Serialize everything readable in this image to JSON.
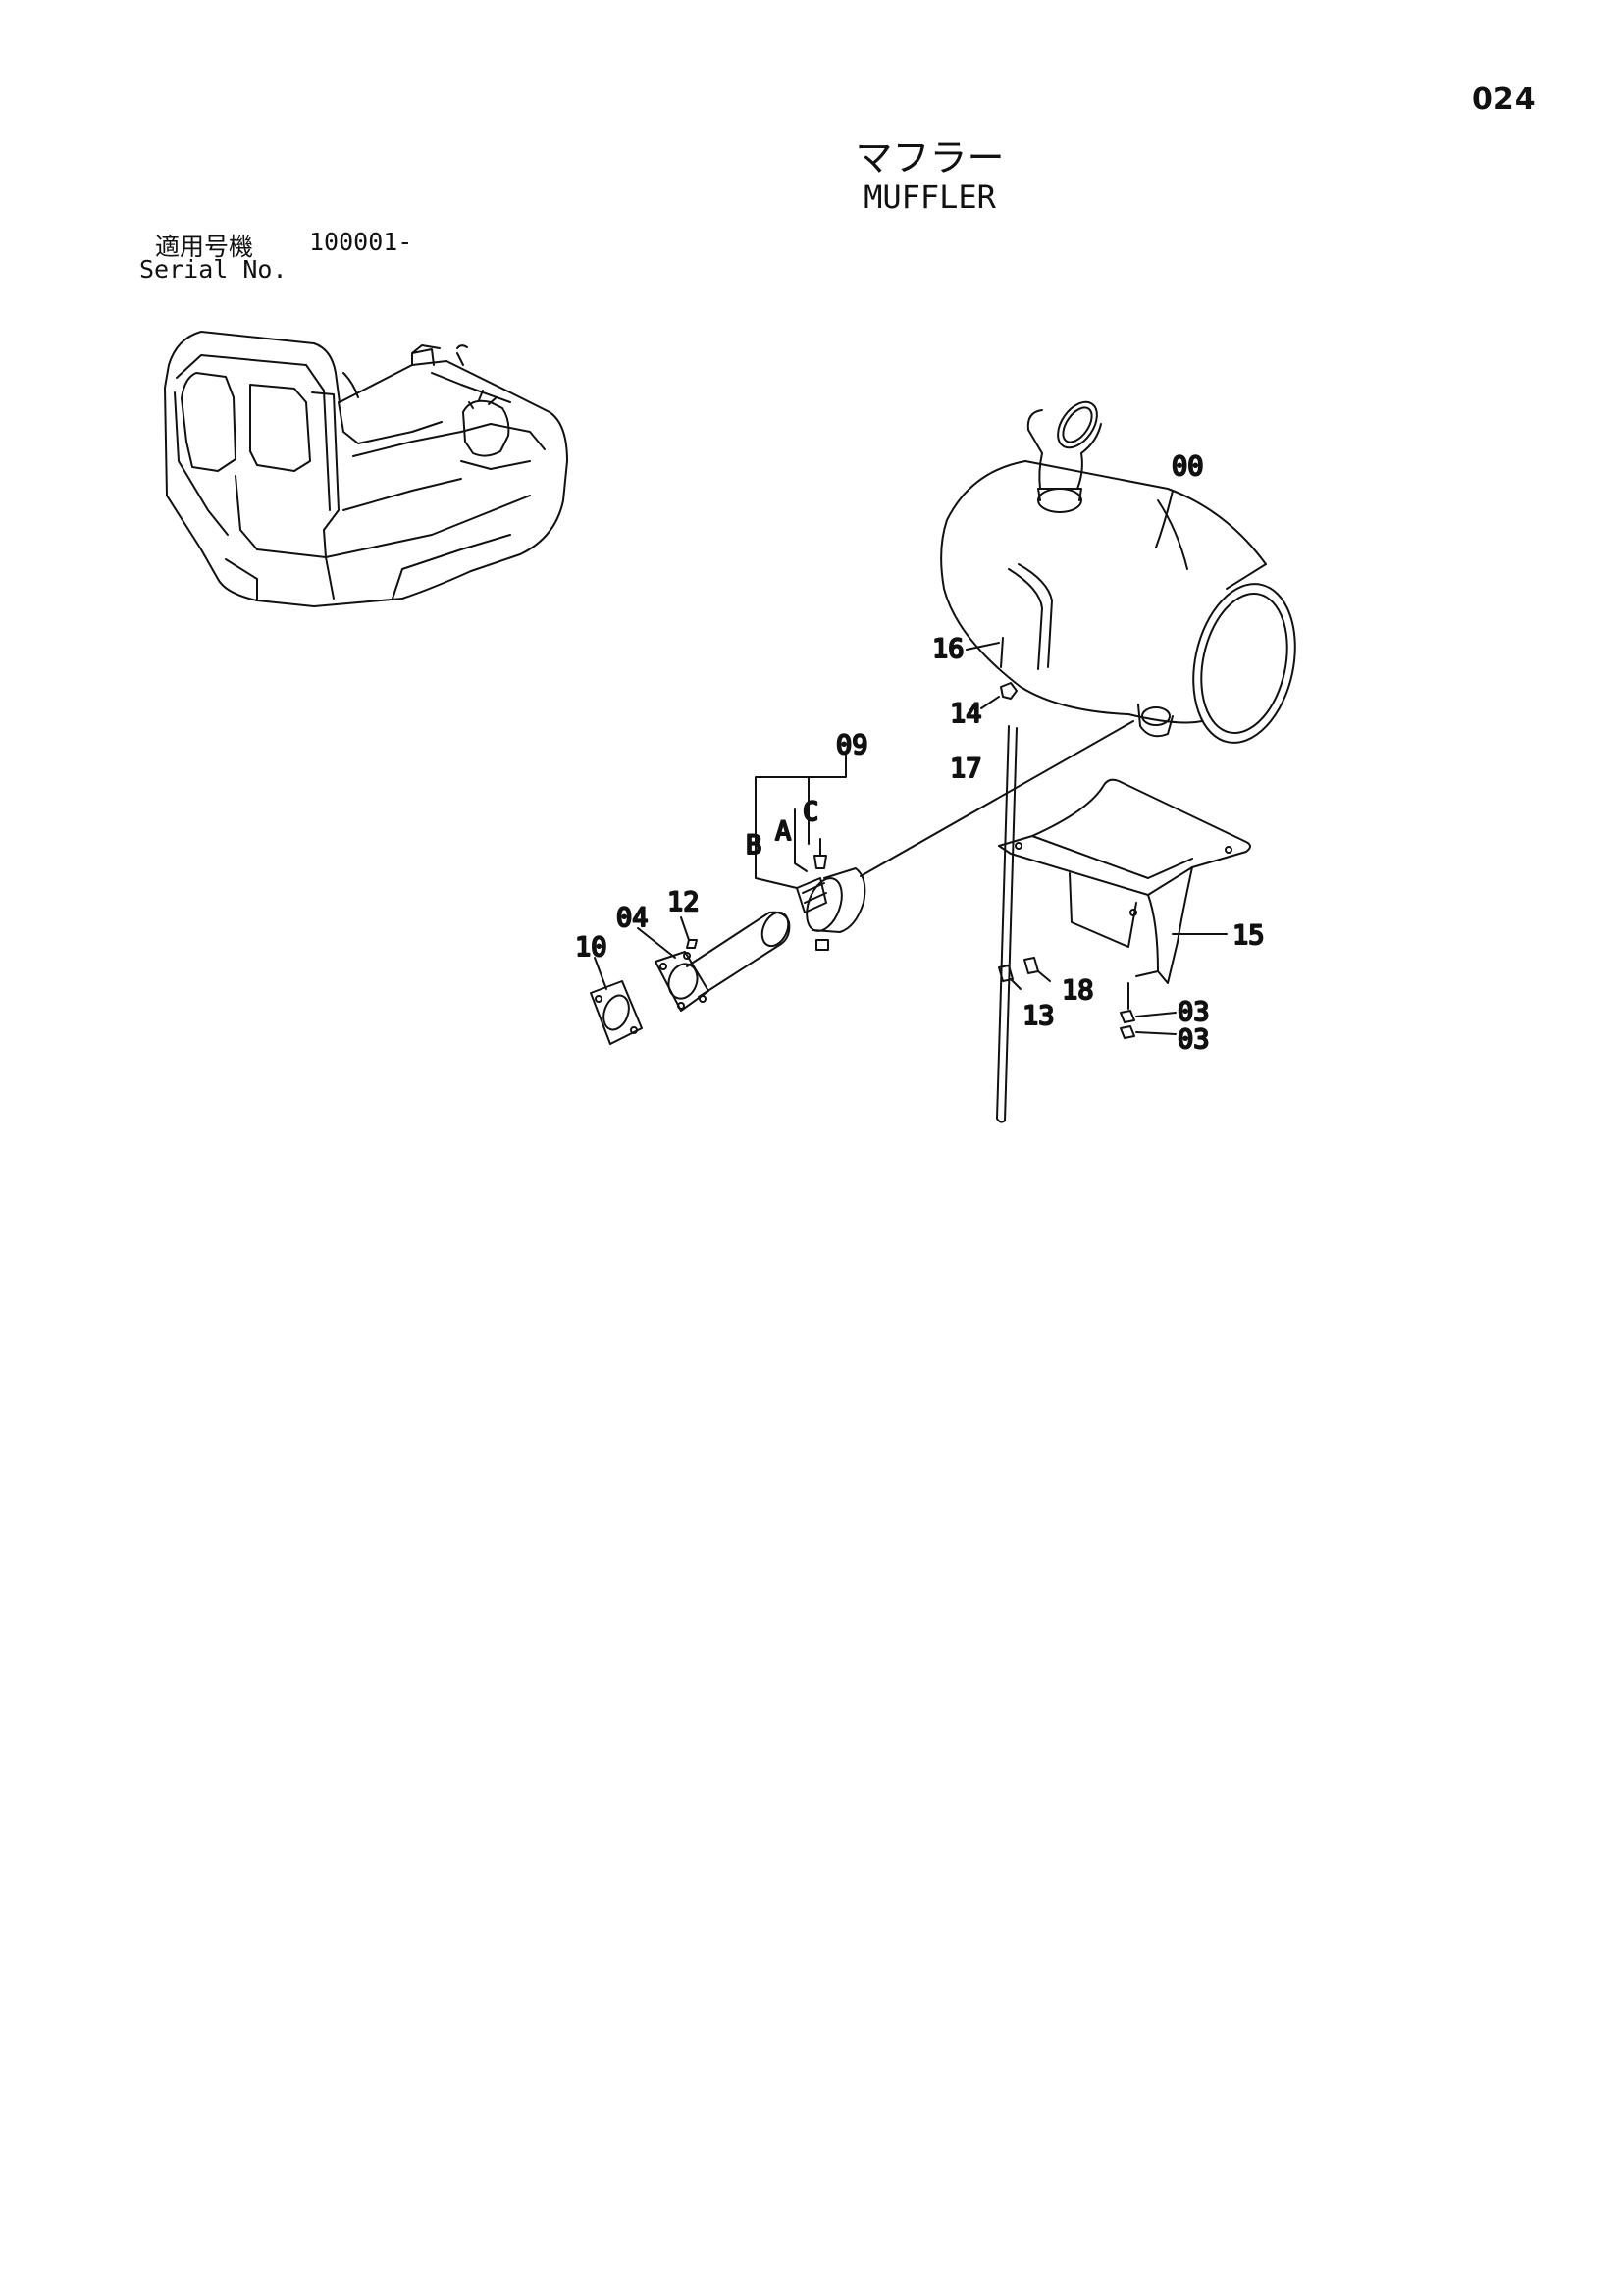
{
  "page": {
    "number": "024",
    "title_jp": "マフラー",
    "title_en": "MUFFLER",
    "serial": {
      "label_jp": "適用号機",
      "value": "100001-",
      "label_en": "Serial No."
    }
  },
  "callouts": {
    "c00": "00",
    "c16": "16",
    "c14": "14",
    "c09": "09",
    "c17": "17",
    "cC": "C",
    "cA": "A",
    "cB": "B",
    "c12": "12",
    "c04": "04",
    "c10": "10",
    "c15": "15",
    "c18": "18",
    "c13": "13",
    "c03a": "03",
    "c03b": "03"
  }
}
